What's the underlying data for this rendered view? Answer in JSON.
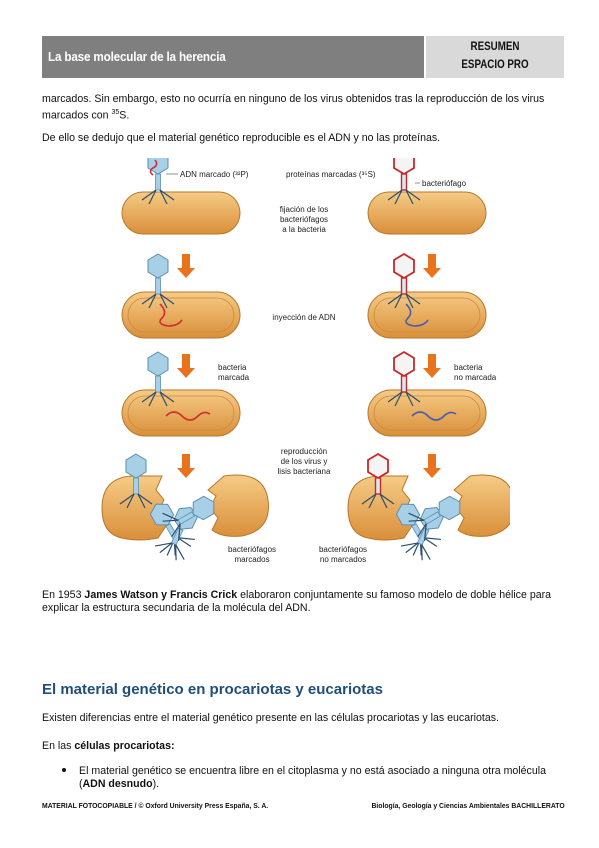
{
  "header": {
    "title": "La base molecular de la herencia",
    "badge_line1": "RESUMEN",
    "badge_line2": "ESPACIO PRO"
  },
  "para1": {
    "text": "marcados. Sin embargo, esto no ocurría en ninguno de los virus obtenidos tras la reproducción de los virus marcados con ",
    "sup": "35",
    "tail": "S."
  },
  "para2": "De ello se dedujo que el material genético reproducible es el ADN y no las proteínas.",
  "figure": {
    "label_adn_marcado": "ADN marcado (³²P)",
    "label_proteinas": "proteínas marcadas (³⁵S)",
    "label_bacteriofago": "bacteriófago",
    "label_fijacion_1": "fijación de los",
    "label_fijacion_2": "bacteriófagos",
    "label_fijacion_3": "a la bacteria",
    "label_inyeccion": "inyección de ADN",
    "label_bact_marcada_1": "bacteria",
    "label_bact_marcada_2": "marcada",
    "label_bact_no_marcada_1": "bacteria",
    "label_bact_no_marcada_2": "no marcada",
    "label_reproduccion_1": "reproducción",
    "label_reproduccion_2": "de los virus y",
    "label_reproduccion_3": "lisis bacteriana",
    "label_bact_marcados_1": "bacteriófagos",
    "label_bact_marcados_2": "marcados",
    "label_bact_no_marcados_1": "bacteriófagos",
    "label_bact_no_marcados_2": "no marcados"
  },
  "para3": {
    "pre": "En 1953 ",
    "bold": "James Watson y Francis Crick",
    "post": " elaboraron conjuntamente su famoso modelo de doble hélice para explicar la estructura secundaria de la molécula del ADN."
  },
  "section_title": "El material genético en procariotas y eucariotas",
  "para4": "Existen diferencias entre el material genético presente en las células procariotas y las eucariotas.",
  "para5": {
    "pre": "En las ",
    "bold": "células procariotas:"
  },
  "bullet1": {
    "pre": "El material genético se encuentra libre en el citoplasma y no está asociado a ninguna otra molécula (",
    "bold": "ADN desnudo",
    "post": ")."
  },
  "footer": {
    "left": "MATERIAL FOTOCOPIABLE / © Oxford University Press España, S. A.",
    "right": "Biología, Geología y Ciencias Ambientales BACHILLERATO"
  },
  "colors": {
    "header_dark": "#7f7f7f",
    "header_light": "#d9d9d9",
    "section_title": "#1f4e79",
    "bacteria_fill": "#f0b25a",
    "arrow": "#e8731c",
    "dna_marked": "#d22d2d",
    "dna_unmarked": "#4a5fa8",
    "phage": "#9fc7e0"
  }
}
